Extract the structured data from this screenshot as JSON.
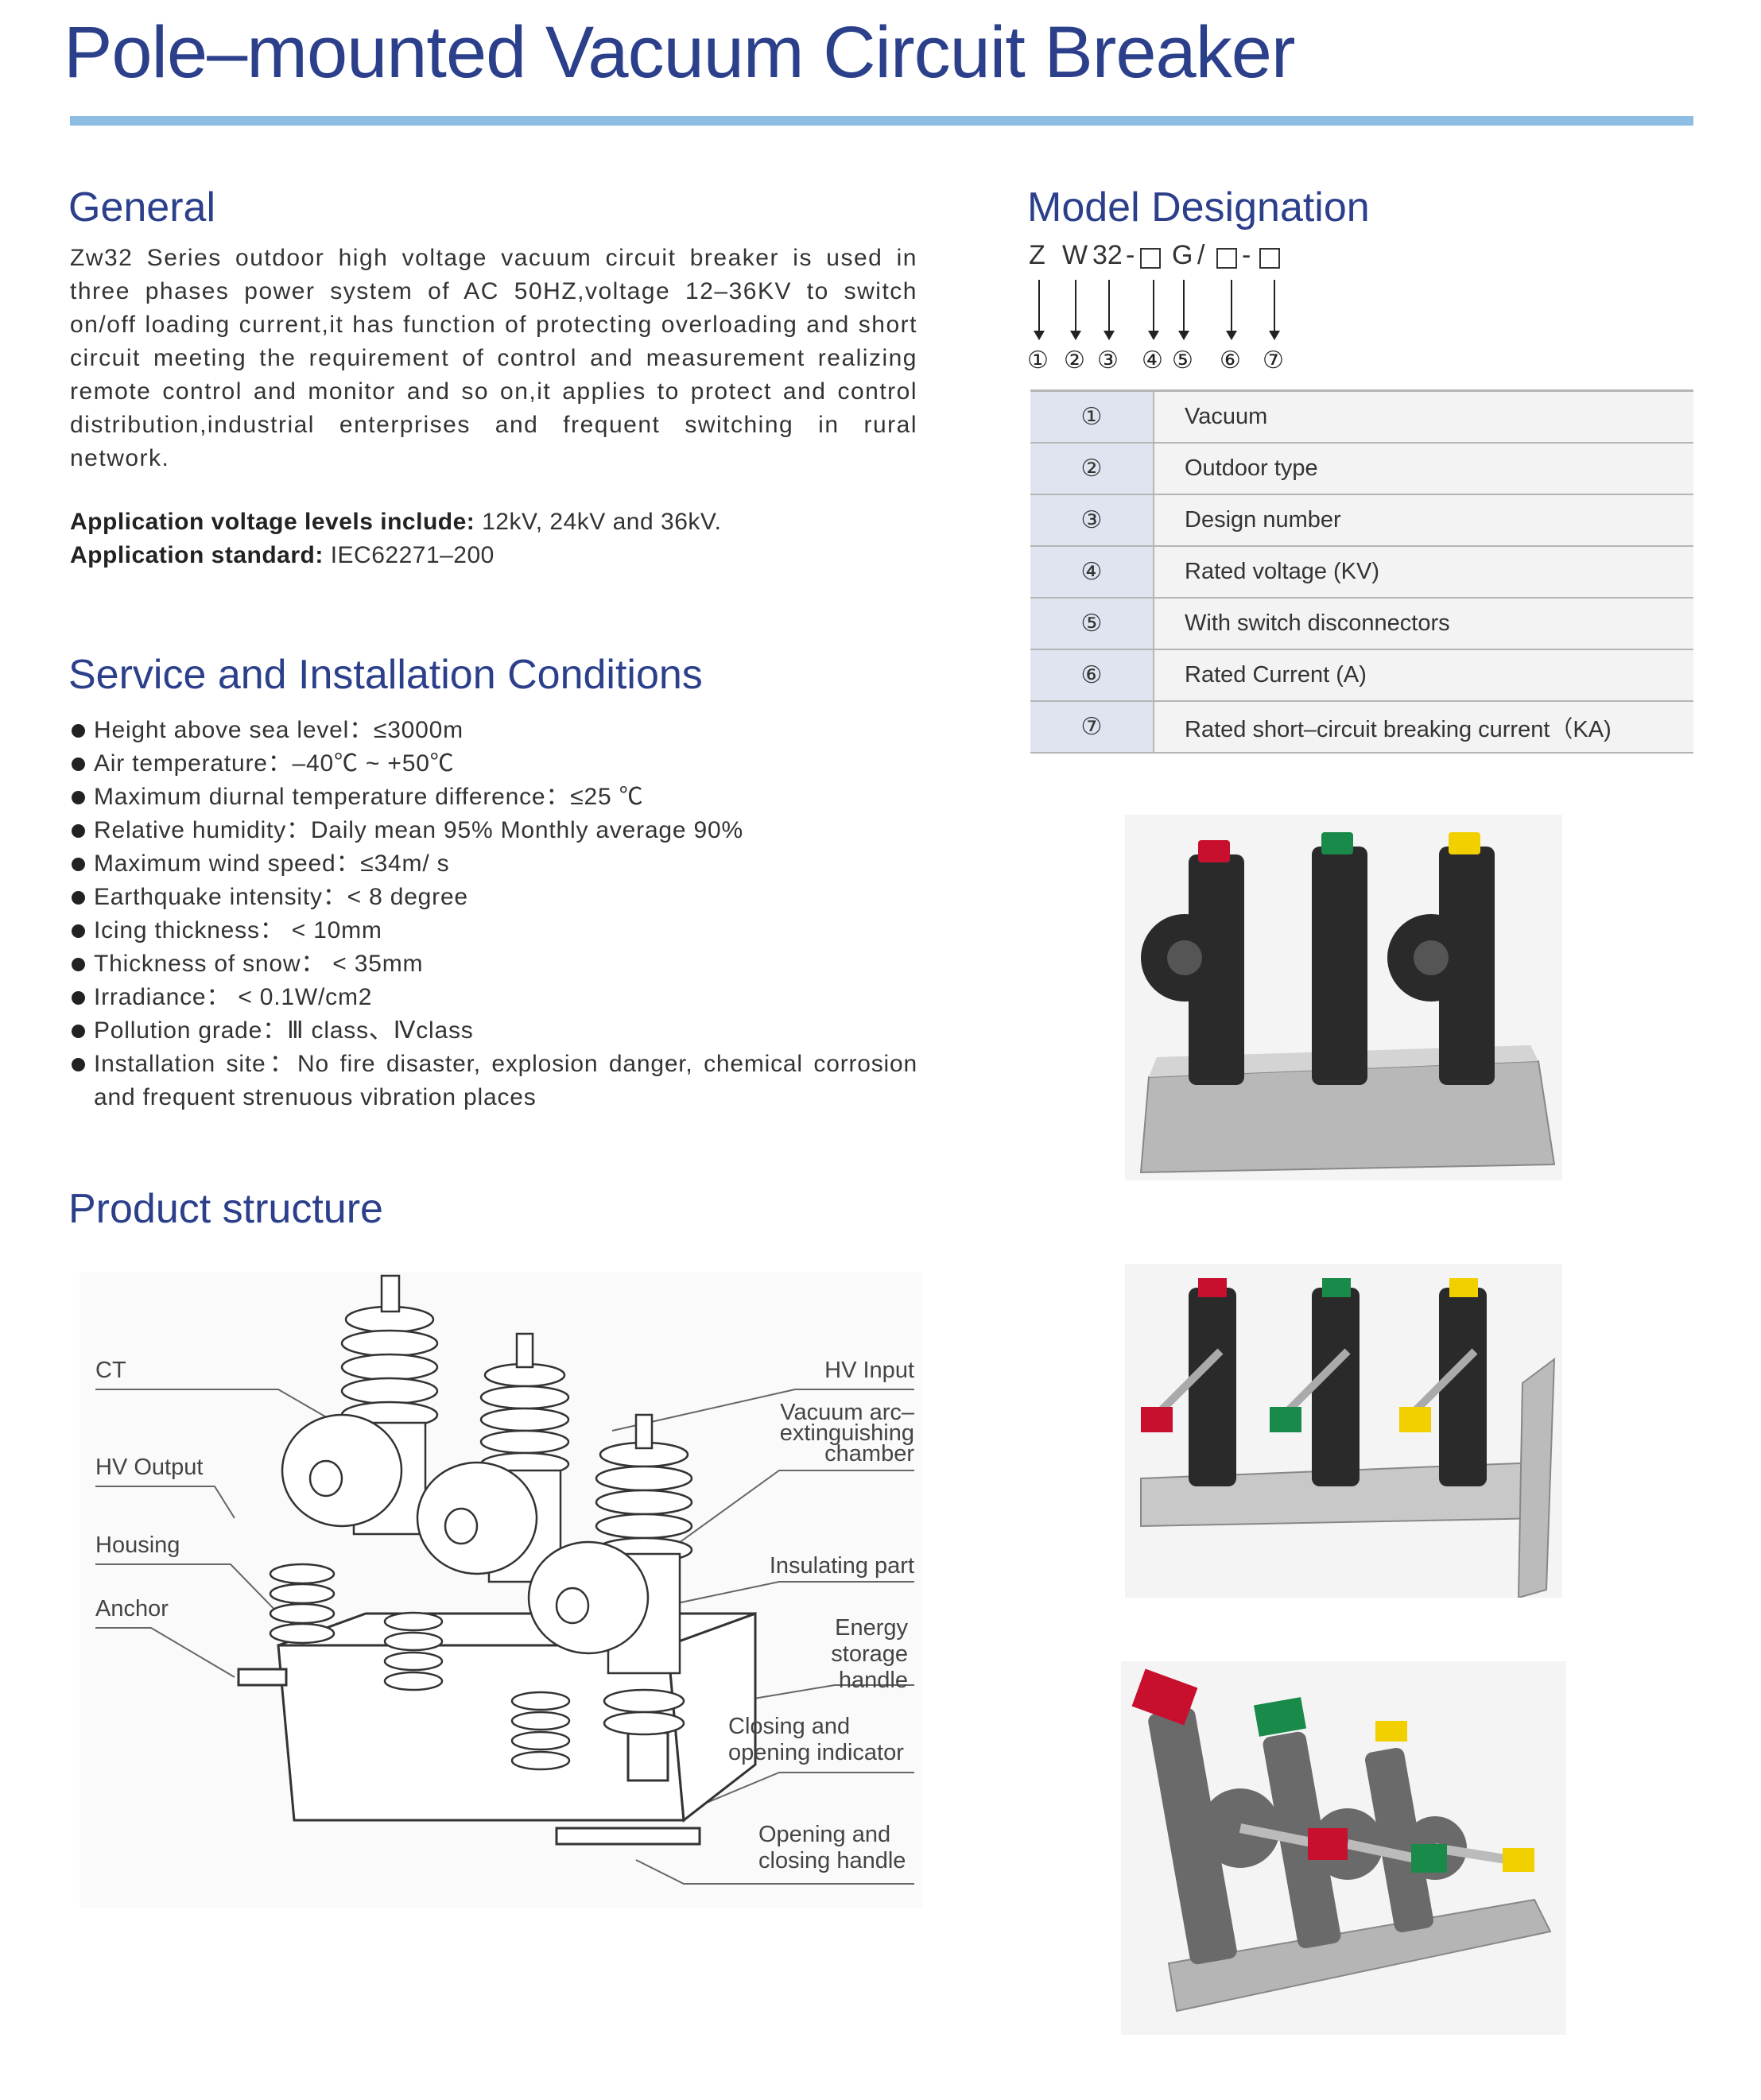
{
  "page": {
    "title": "Pole–mounted Vacuum Circuit Breaker"
  },
  "general": {
    "heading": "General",
    "body": "Zw32 Series outdoor high voltage vacuum circuit breaker is used in three phases power system of AC 50HZ,voltage 12–36KV to switch on/off loading current,it has function of protecting overloading and short circuit meeting the requirement of control and measurement realizing remote control and monitor and so on,it applies to protect and control distribution,industrial enterprises and frequent switching in rural network.",
    "voltage_label": "Application voltage levels include:",
    "voltage_value": " 12kV, 24kV and 36kV.",
    "standard_label": "Application standard:",
    "standard_value": " IEC62271–200"
  },
  "service": {
    "heading": "Service and Installation Conditions",
    "items": [
      "Height above sea level：≤3000m",
      "Air temperature：–40℃ ~ +50℃",
      "Maximum diurnal temperature difference：≤25 ℃",
      "Relative humidity：Daily mean 95%   Monthly average 90%",
      "Maximum wind speed：≤34m/ s",
      "Earthquake intensity：< 8 degree",
      "Icing thickness：  < 10mm",
      "Thickness of snow：  < 35mm",
      "Irradiance：  < 0.1W/cm2",
      "Pollution grade：Ⅲ class、Ⅳclass",
      "Installation site：No fire disaster, explosion danger, chemical corrosion and frequent strenuous vibration places"
    ]
  },
  "structure": {
    "heading": "Product structure",
    "labels_left": [
      "CT",
      "HV Output",
      "Housing",
      "Anchor"
    ],
    "labels_right": [
      "HV Input",
      "Vacuum arc–\nextinguishing\nchamber",
      "Insulating part",
      "Energy\nstorage\nhandle",
      "Closing and\nopening indicator",
      "Opening and\nclosing handle"
    ]
  },
  "model": {
    "heading": "Model Designation",
    "code": [
      "Z",
      "W",
      "32",
      "-",
      "G",
      "/",
      "-"
    ],
    "markers": [
      "①",
      "②",
      "③",
      "④",
      "⑤",
      "⑥",
      "⑦"
    ],
    "rows": [
      {
        "num": "①",
        "desc": "Vacuum"
      },
      {
        "num": "②",
        "desc": "Outdoor type"
      },
      {
        "num": "③",
        "desc": "Design number"
      },
      {
        "num": "④",
        "desc": "Rated voltage (KV)"
      },
      {
        "num": "⑤",
        "desc": "With switch disconnectors"
      },
      {
        "num": "⑥",
        "desc": "Rated Current (A)"
      },
      {
        "num": "⑦",
        "desc": "Rated short–circuit breaking current（KA)"
      }
    ]
  },
  "colors": {
    "title_blue": "#2b3f8b",
    "rule_blue": "#8ebde4",
    "table_num_bg": "#dfe4f0",
    "table_desc_bg": "#f3f3f3",
    "insulator_dark": "#2a2a2a",
    "cap_red": "#c8102e",
    "cap_green": "#1a8a4a",
    "cap_yellow": "#f2d000"
  }
}
